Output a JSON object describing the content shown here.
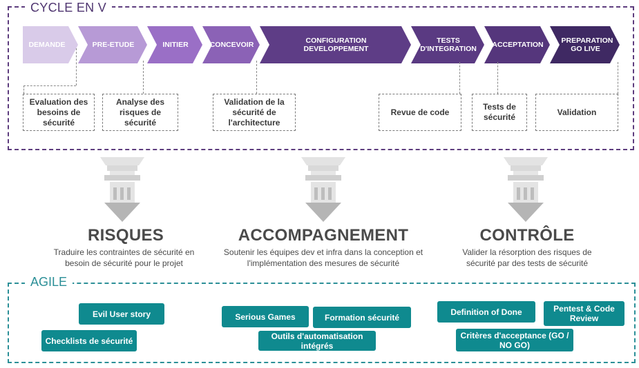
{
  "cycle": {
    "title": "CYCLE EN V",
    "phases": [
      {
        "label": "DEMANDE",
        "color": "#d9cbe9"
      },
      {
        "label": "PRE-ETUDE",
        "color": "#b79ad6"
      },
      {
        "label": "INITIER",
        "color": "#9a6fc6"
      },
      {
        "label": "CONCEVOIR",
        "color": "#8b62b6"
      },
      {
        "label": "CONFIGURATION DEVELOPPEMENT",
        "color": "#5e3d86"
      },
      {
        "label": "TESTS D'INTEGRATION",
        "color": "#5a3a82"
      },
      {
        "label": "ACCEPTATION",
        "color": "#55367c"
      },
      {
        "label": "PREPARATION GO LIVE",
        "color": "#3f2963"
      }
    ],
    "boxes": [
      "Evaluation des besoins de sécurité",
      "Analyse des risques de sécurité",
      "Validation de la sécurité de l'architecture",
      "Revue de code",
      "Tests de sécurité",
      "Validation"
    ]
  },
  "pillars": [
    {
      "title": "RISQUES",
      "text": "Traduire les contraintes de sécurité en besoin de sécurité pour le projet"
    },
    {
      "title": "ACCOMPAGNEMENT",
      "text": "Soutenir les équipes dev et infra dans la conception et l'implémentation des mesures de sécurité"
    },
    {
      "title": "CONTRÔLE",
      "text": "Valider la résorption des risques de sécurité par des tests de sécurité"
    }
  ],
  "agile": {
    "title": "AGILE",
    "items": [
      "Evil User story",
      "Checklists de sécurité",
      "Serious Games",
      "Formation sécurité",
      "Outils d'automatisation intégrés",
      "Definition of Done",
      "Pentest & Code Review",
      "Critères d'acceptance (GO / NO GO)"
    ],
    "color": "#0f8a8f"
  }
}
